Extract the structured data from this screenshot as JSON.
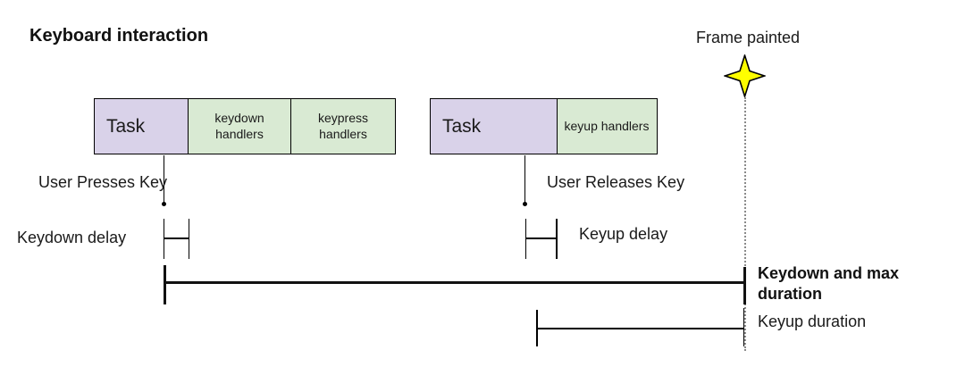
{
  "title": "Keyboard interaction",
  "frame_marker": {
    "label": "Frame painted",
    "icon": "four-point-star"
  },
  "tasks": [
    {
      "label": "Task",
      "event": "User Presses Key",
      "handlers": [
        {
          "label": "keydown handlers"
        },
        {
          "label": "keypress handlers"
        }
      ]
    },
    {
      "label": "Task",
      "event": "User Releases Key",
      "handlers": [
        {
          "label": "keyup handlers"
        }
      ]
    }
  ],
  "measures": {
    "keydown_delay": "Keydown delay",
    "keyup_delay": "Keyup delay",
    "keydown_max_duration": "Keydown and max duration",
    "keyup_duration": "Keyup duration"
  },
  "colors": {
    "task_fill": "#d9d2e9",
    "handler_fill": "#d9ead3",
    "star_fill": "#ffff00",
    "line": "#111111",
    "dotted_line": "#8a8a8a"
  }
}
